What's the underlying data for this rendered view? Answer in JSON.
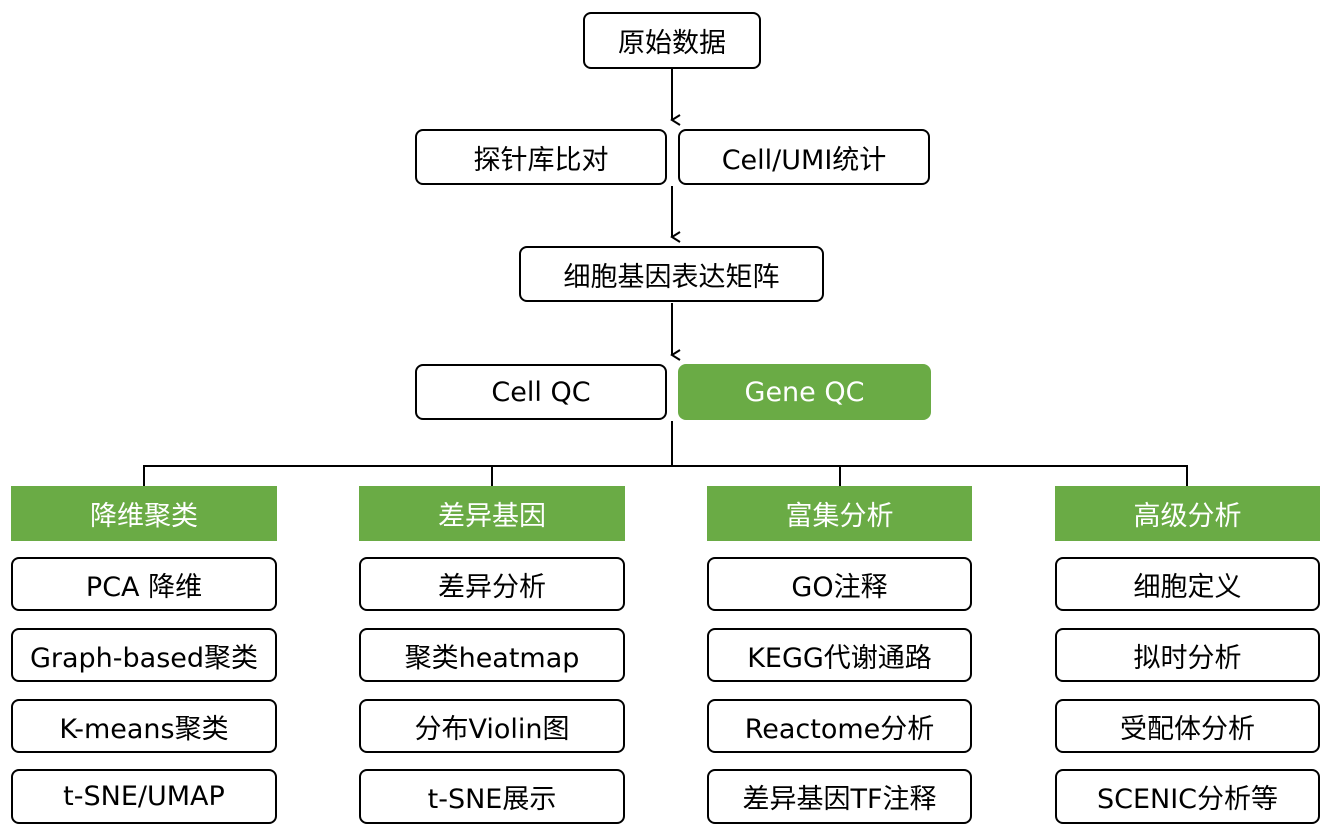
{
  "nodes": {
    "raw": "原始数据",
    "probe": "探针库比对",
    "cell_umi": "Cell/UMI统计",
    "matrix": "细胞基因表达矩阵",
    "cell_qc": "Cell QC",
    "gene_qc": "Gene QC"
  },
  "columns": [
    {
      "header": "降维聚类",
      "items": [
        "PCA 降维",
        "Graph-based聚类",
        "K-means聚类",
        "t-SNE/UMAP"
      ]
    },
    {
      "header": "差异基因",
      "items": [
        "差异分析",
        "聚类heatmap",
        "分布Violin图",
        "t-SNE展示"
      ]
    },
    {
      "header": "富集分析",
      "items": [
        "GO注释",
        "KEGG代谢通路",
        "Reactome分析",
        "差异基因TF注释"
      ]
    },
    {
      "header": "高级分析",
      "items": [
        "细胞定义",
        "拟时分析",
        "受配体分析",
        "SCENIC分析等"
      ]
    }
  ],
  "colors": {
    "accent": "#6aab45",
    "border": "#000000"
  }
}
